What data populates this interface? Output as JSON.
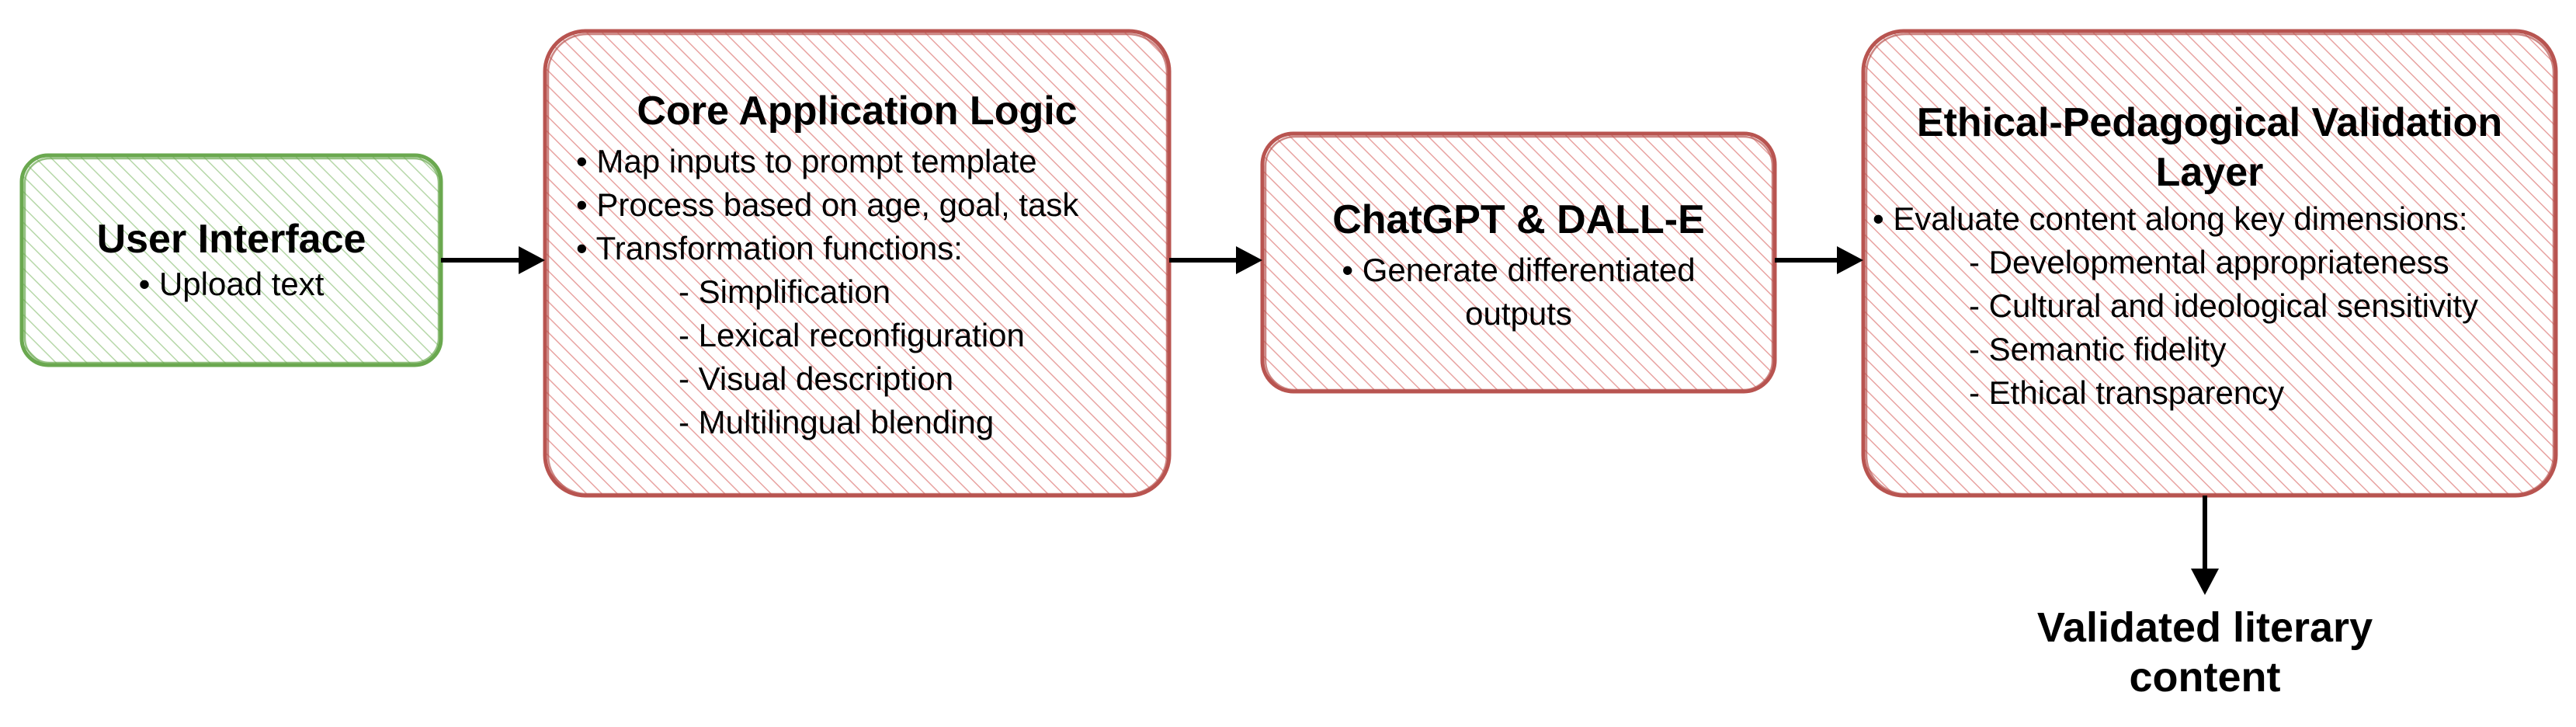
{
  "boxes": {
    "user_interface": {
      "title": "User Interface",
      "items": [
        "• Upload text"
      ]
    },
    "core_logic": {
      "title": "Core Application Logic",
      "items": [
        "• Map inputs to prompt template",
        "• Process based on age, goal, task",
        "• Transformation functions:"
      ],
      "subitems": [
        "- Simplification",
        "- Lexical reconfiguration",
        "- Visual description",
        "- Multilingual blending"
      ]
    },
    "generator": {
      "title": "ChatGPT & DALL-E",
      "items": [
        "• Generate differentiated",
        "outputs"
      ]
    },
    "validation": {
      "title_line1": "Ethical-Pedagogical Validation",
      "title_line2": "Layer",
      "items": [
        "• Evaluate content along key dimensions:"
      ],
      "subitems": [
        "- Developmental appropriateness",
        "- Cultural and ideological sensitivity",
        "- Semantic fidelity",
        "- Ethical transparency"
      ]
    }
  },
  "output": {
    "line1": "Validated literary",
    "line2": "content"
  },
  "colors": {
    "green_stroke": "#6aa84f",
    "green_hatch": "#b6d7a8",
    "red_stroke": "#b85450",
    "red_hatch": "#e8a3a1",
    "arrow": "#000000"
  }
}
